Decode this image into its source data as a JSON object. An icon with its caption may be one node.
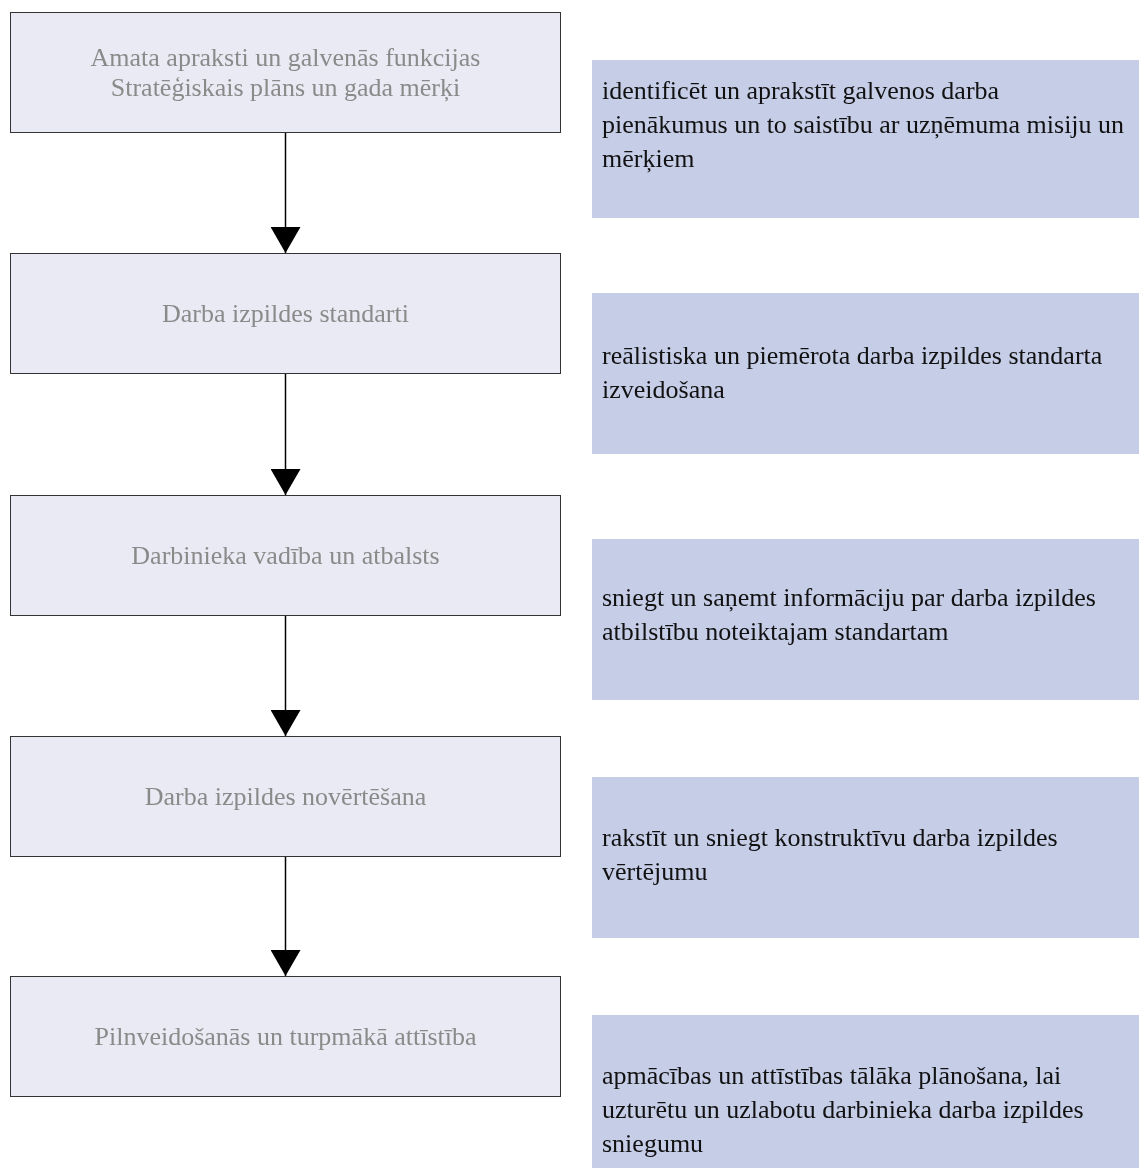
{
  "diagram": {
    "nodes": [
      {
        "text": [
          "Amata apraksti un galvenās funkcijas",
          "Stratēģiskais plāns un gada mērķi"
        ]
      },
      {
        "text": [
          "identificēt un aprakstīt galvenos darba pienākumus un to saistību ar uzņēmuma misiju un mērķiem"
        ]
      },
      {
        "text": [
          "Darba izpildes standarti"
        ]
      },
      {
        "text": [
          "reālistiska un piemērota darba izpildes standarta izveidošana"
        ]
      },
      {
        "text": [
          "Darbinieka vadība un atbalsts"
        ]
      },
      {
        "text": [
          "sniegt un saņemt informāciju par darba izpildes atbilstību noteiktajam standartam"
        ]
      },
      {
        "text": [
          "Darba izpildes novērtēšana"
        ]
      },
      {
        "text": [
          "rakstīt un sniegt konstruktīvu darba izpildes vērtējumu"
        ]
      },
      {
        "text": [
          "Pilnveidošanās un turpmākā attīstība"
        ]
      },
      {
        "text": [
          "apmācības un attīstības tālāka plānošana, lai uzturētu un uzlabotu darbinieka darba izpildes sniegumu"
        ]
      }
    ],
    "edges": [
      {
        "from": 0,
        "to": 2,
        "arrow": "to"
      },
      {
        "from": 2,
        "to": 4,
        "arrow": "to"
      },
      {
        "from": 4,
        "to": 6,
        "arrow": "to"
      },
      {
        "from": 6,
        "to": 8,
        "arrow": "to"
      }
    ]
  }
}
